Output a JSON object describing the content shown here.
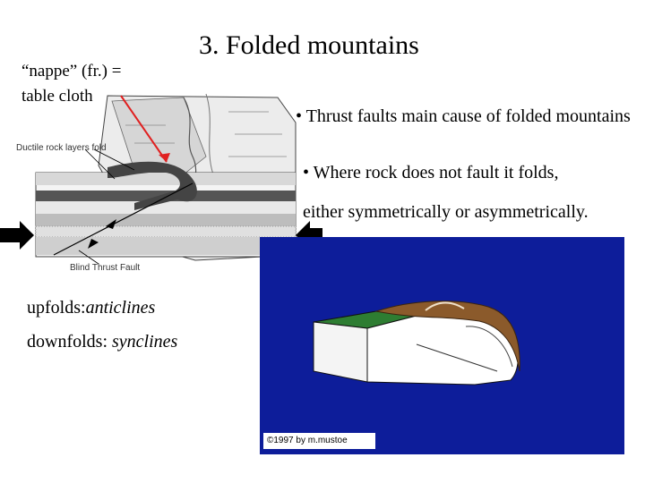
{
  "slide": {
    "title": "3. Folded mountains",
    "nappe_line1": "“nappe” (fr.) =",
    "nappe_line2": "table cloth",
    "bullet1": "• Thrust faults main cause of folded mountains",
    "bullet2": "• Where rock does not fault it folds,",
    "bullet3": "either symmetrically or asymmetrically.",
    "upfolds_label": "upfolds:",
    "upfolds_term": "anticlines",
    "downfolds_label": "downfolds: ",
    "downfolds_term": "synclines"
  },
  "diagram": {
    "ductile_label": "Ductile rock layers fold",
    "blind_thrust_label": "Blind Thrust Fault"
  },
  "animation_panel": {
    "copyright": "©1997 by  m.mustoe"
  },
  "colors": {
    "panel_blue": "#0d1d9a",
    "pointer_red": "#e02020",
    "green_top": "#2e7d32",
    "brown_fold": "#8b5a2b"
  }
}
